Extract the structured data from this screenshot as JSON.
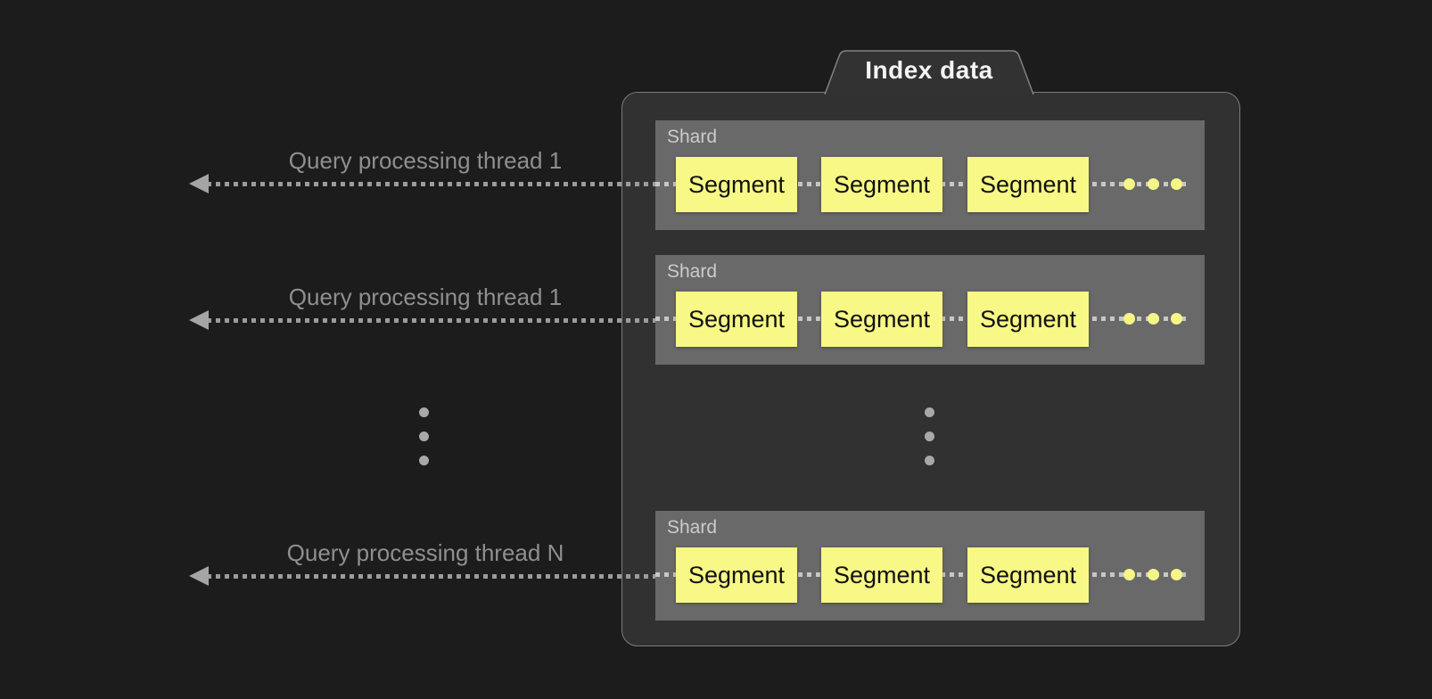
{
  "diagram": {
    "index_box_title": "Index data",
    "threads": [
      {
        "label": "Query processing thread 1"
      },
      {
        "label": "Query processing thread 1"
      },
      {
        "label": "Query processing thread N"
      }
    ],
    "shards": [
      {
        "label": "Shard",
        "segments": [
          "Segment",
          "Segment",
          "Segment"
        ]
      },
      {
        "label": "Shard",
        "segments": [
          "Segment",
          "Segment",
          "Segment"
        ]
      },
      {
        "label": "Shard",
        "segments": [
          "Segment",
          "Segment",
          "Segment"
        ]
      }
    ],
    "colors": {
      "page_background": "#1c1c1c",
      "container_fill": "#313131",
      "container_border": "#7c7c7c",
      "shard_fill": "#696969",
      "segment_fill": "#f8f886",
      "segment_text": "#111111",
      "arrow_and_dots": "#9c9c9c",
      "thread_label_text": "#8f8f8f",
      "shard_label_text": "#cbcbcb",
      "title_text": "#f4f4f4"
    }
  }
}
